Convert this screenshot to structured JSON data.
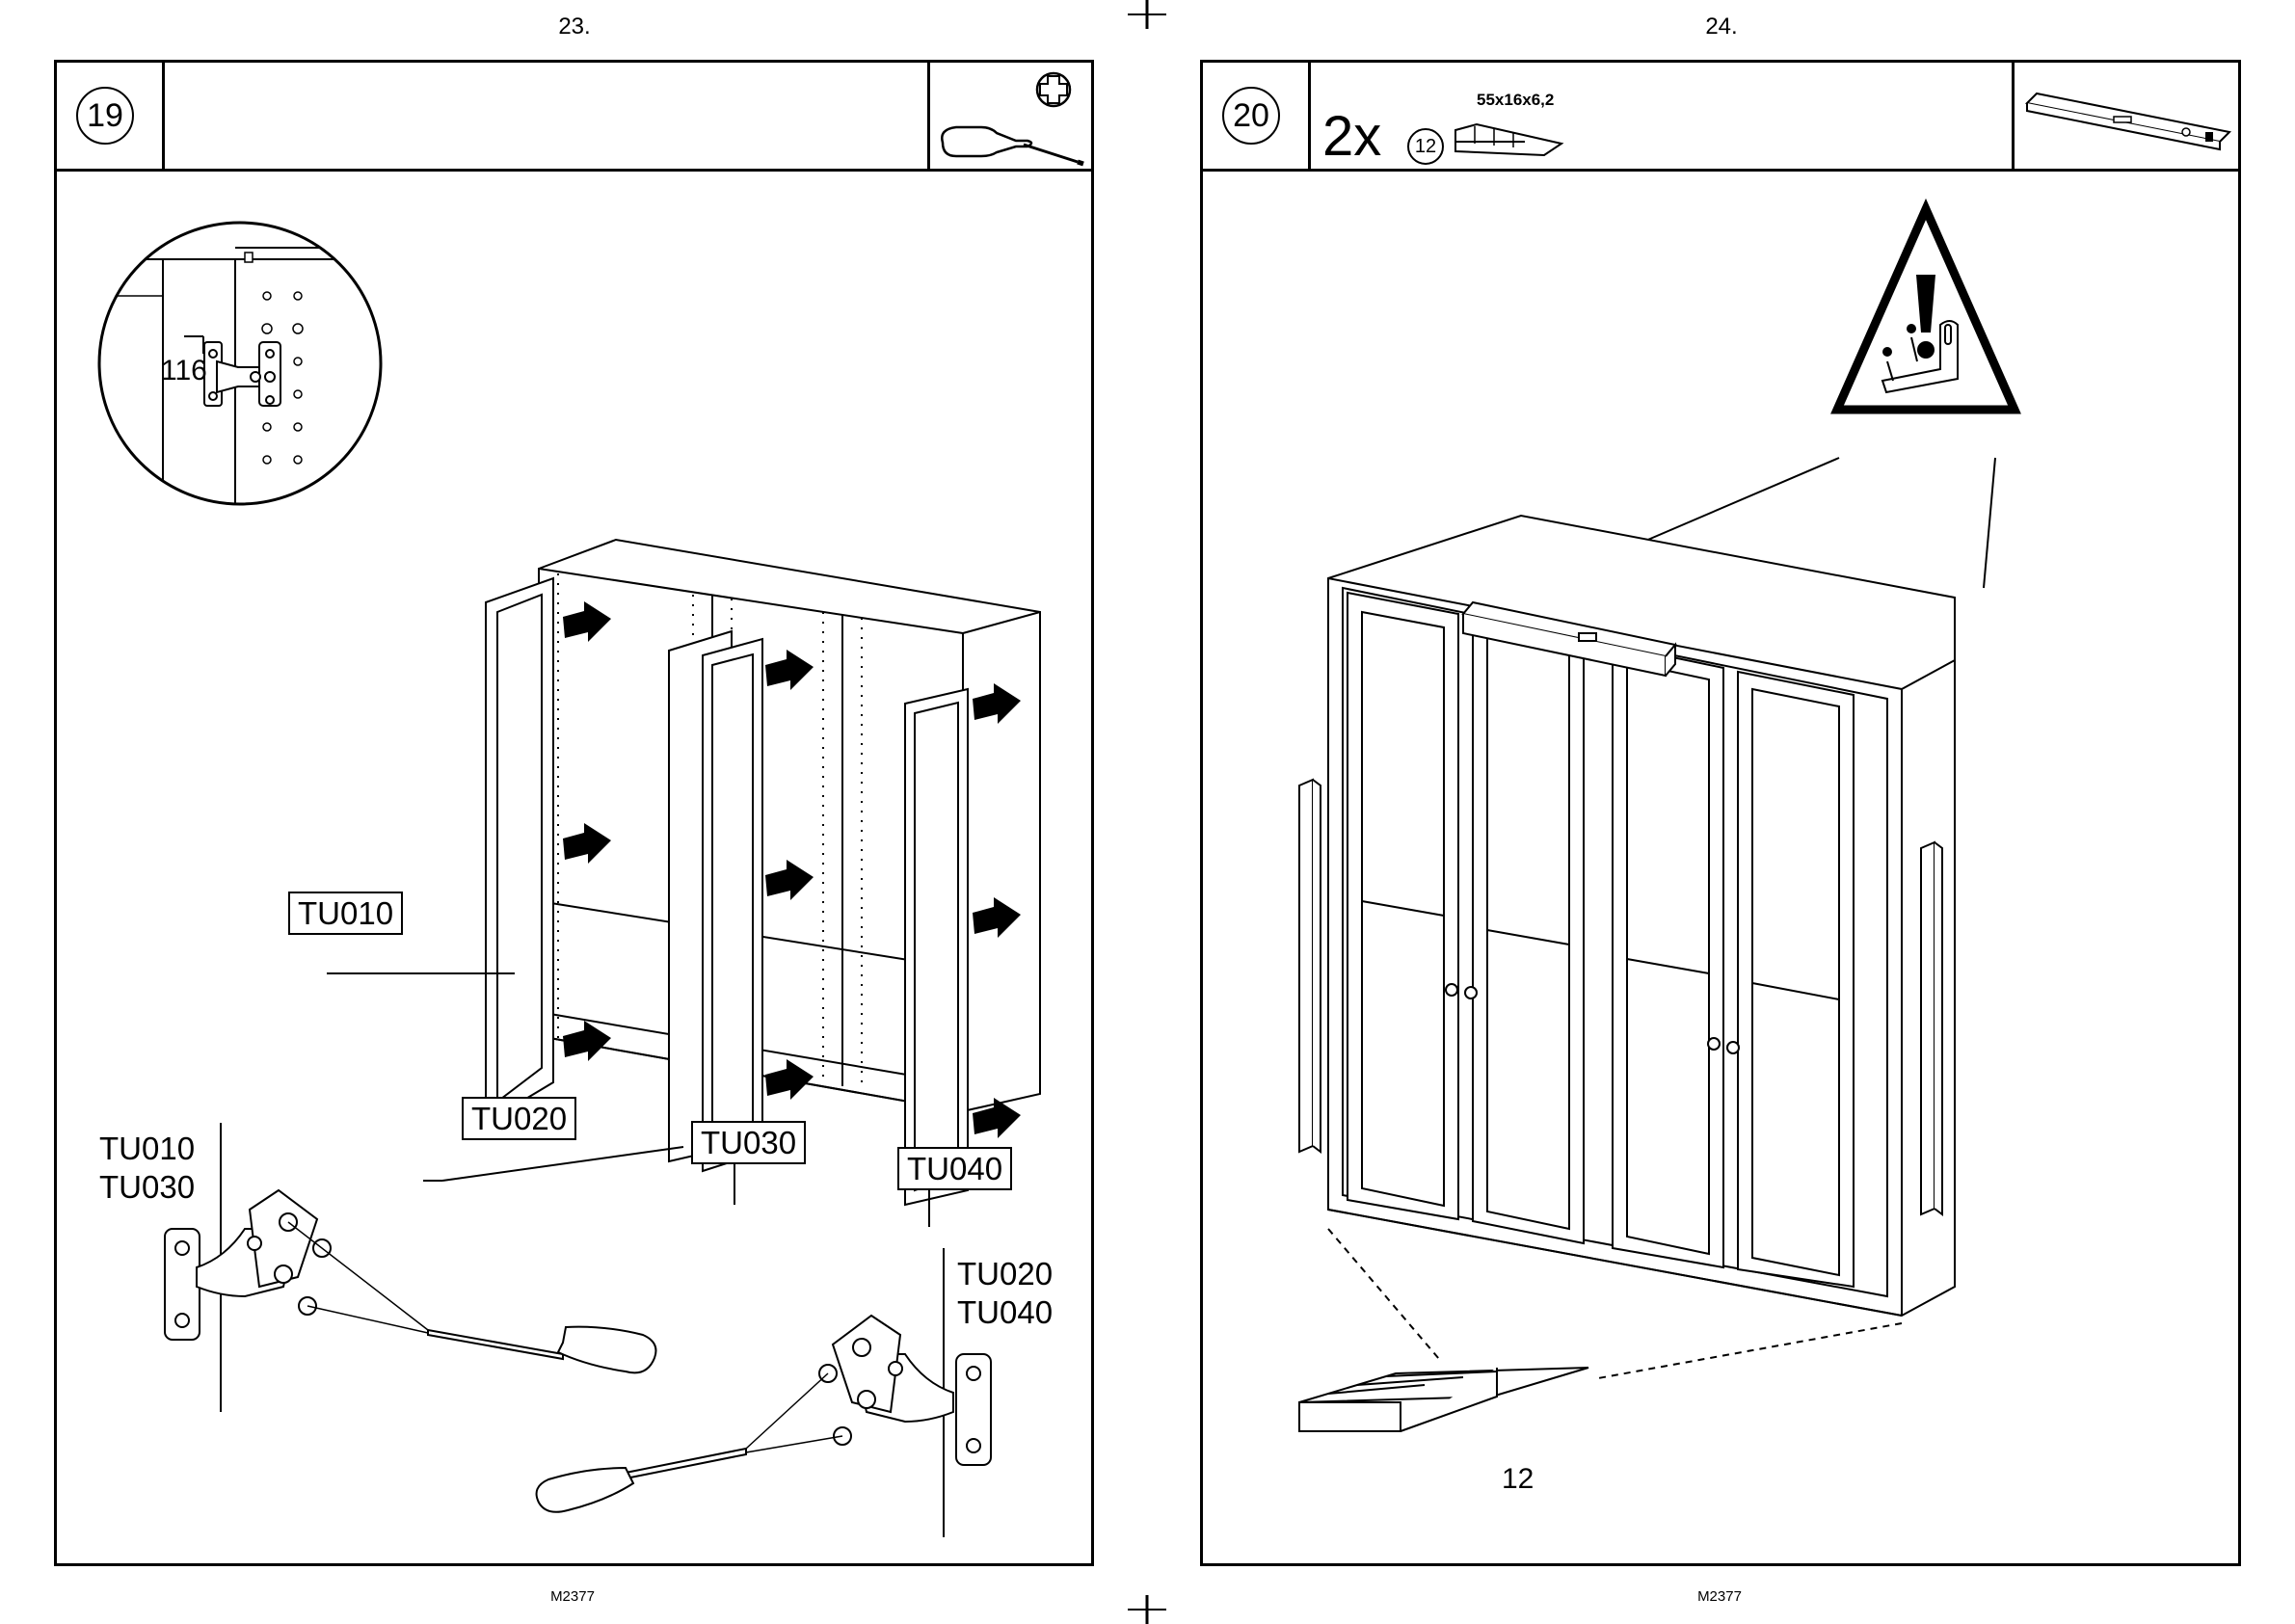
{
  "spread": {
    "left_page": {
      "page_number": "23.",
      "model_code": "M2377",
      "step": {
        "number": "19",
        "tools": [
          "screwdriver-icon",
          "phillips-head-icon"
        ],
        "detail_part": "116",
        "part_labels": [
          "TU010",
          "TU020",
          "TU030",
          "TU040"
        ],
        "hinge_group_left": [
          "TU010",
          "TU030"
        ],
        "hinge_group_right": [
          "TU020",
          "TU040"
        ]
      }
    },
    "right_page": {
      "page_number": "24.",
      "model_code": "M2377",
      "step": {
        "number": "20",
        "quantity": "2x",
        "part_number": "12",
        "part_dimensions": "55x16x6,2",
        "tools": [
          "spirit-level-icon"
        ],
        "warning": "warning-triangle-icon",
        "wedge_label": "12"
      }
    }
  }
}
